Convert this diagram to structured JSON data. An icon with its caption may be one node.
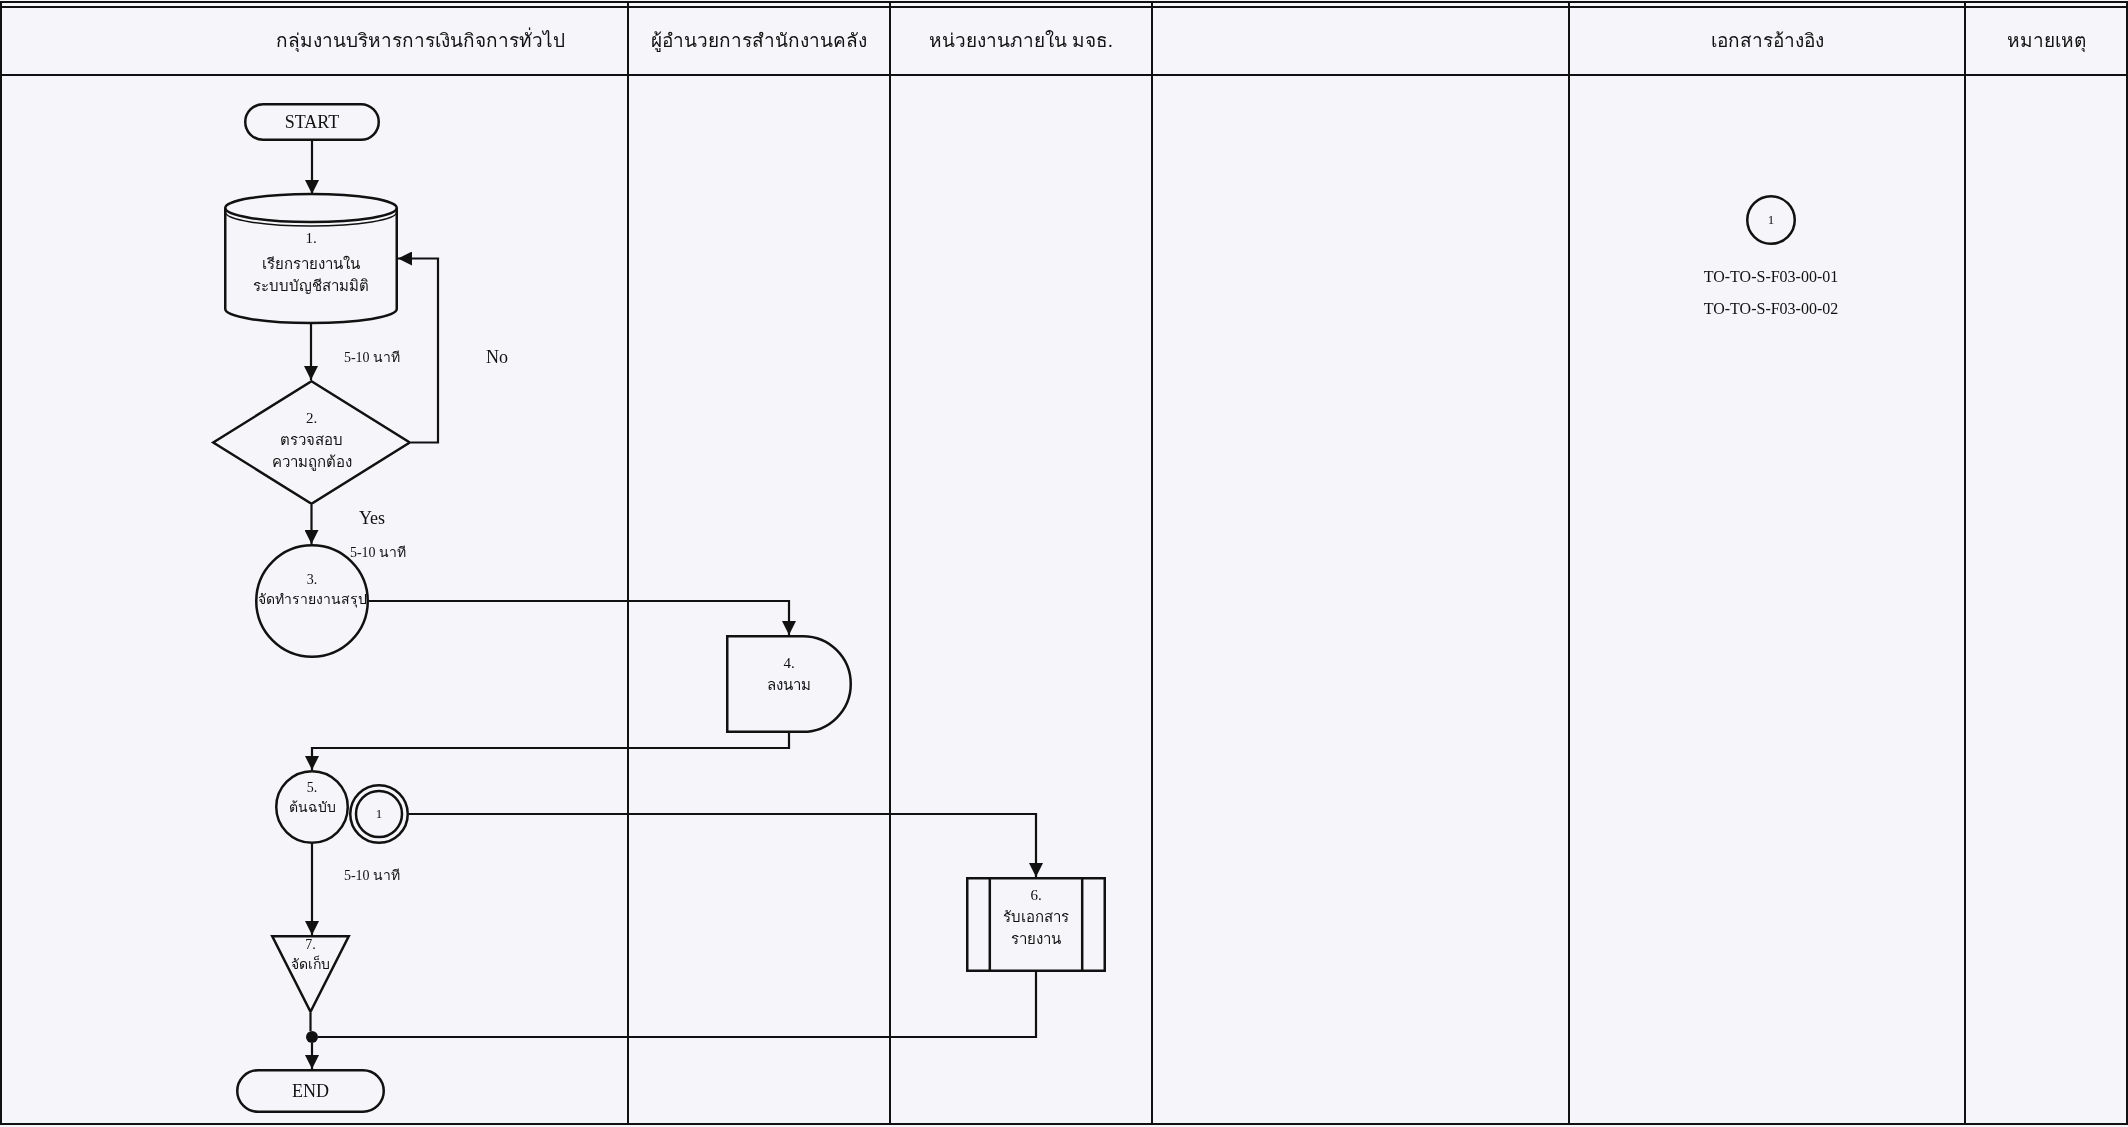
{
  "diagram": {
    "nodes": [
      {
        "text": [
          "START"
        ]
      },
      {
        "text": [
          "1.",
          "เรียกรายงานใน ระบบบัญชีสามมิติ"
        ]
      },
      {
        "text": [
          "2.",
          "ตรวจสอบ ความถูกต้อง"
        ]
      },
      {
        "text": [
          "3.",
          "จัดทำรายงานสรุป"
        ]
      },
      {
        "text": [
          "4.",
          "ลงนาม"
        ]
      },
      {
        "text": [
          "5.",
          "ต้นฉบับ"
        ]
      },
      {
        "text": [
          "1"
        ]
      },
      {
        "text": [
          "6.",
          "รับเอกสาร รายงาน"
        ]
      },
      {
        "text": [
          "7.",
          "จัดเก็บ"
        ]
      },
      {
        "text": [],
        "shape": "circle"
      },
      {
        "text": [
          "END"
        ]
      },
      {
        "text": [
          "1"
        ],
        "beside": [
          "TO-TO-S-F03-00-01",
          "TO-TO-S-F03-00-02"
        ]
      }
    ],
    "edges": [
      {
        "from": 0,
        "to": 1,
        "arrow": "to"
      },
      {
        "from": 1,
        "to": 2,
        "arrow": "to",
        "label": "5-10 นาที"
      },
      {
        "from": 2,
        "to": 1,
        "arrow": "to",
        "label": "No"
      },
      {
        "from": 2,
        "to": 3,
        "arrow": "to",
        "label": "Yes"
      },
      {
        "from": 3,
        "to": 4,
        "arrow": "to"
      },
      {
        "from": 4,
        "to": 5,
        "arrow": "to"
      },
      {
        "from": 6,
        "to": 7,
        "arrow": "to"
      },
      {
        "from": 5,
        "to": 8,
        "arrow": "to",
        "label": "5-10 นาที"
      },
      {
        "from": 8,
        "to": 9,
        "arrow": "none"
      },
      {
        "from": 7,
        "to": 9,
        "arrow": "none"
      },
      {
        "from": 9,
        "to": 10,
        "arrow": "to"
      }
    ],
    "labels": [
      "กลุ่มงานบริหารการเงินกิจการทั่วไป",
      "ผู้อำนวยการสำนักงานคลัง",
      "หน่วยงานภายใน มจธ.",
      "เอกสารอ้างอิง",
      "หมายเหตุ",
      "5-10 นาที"
    ]
  }
}
